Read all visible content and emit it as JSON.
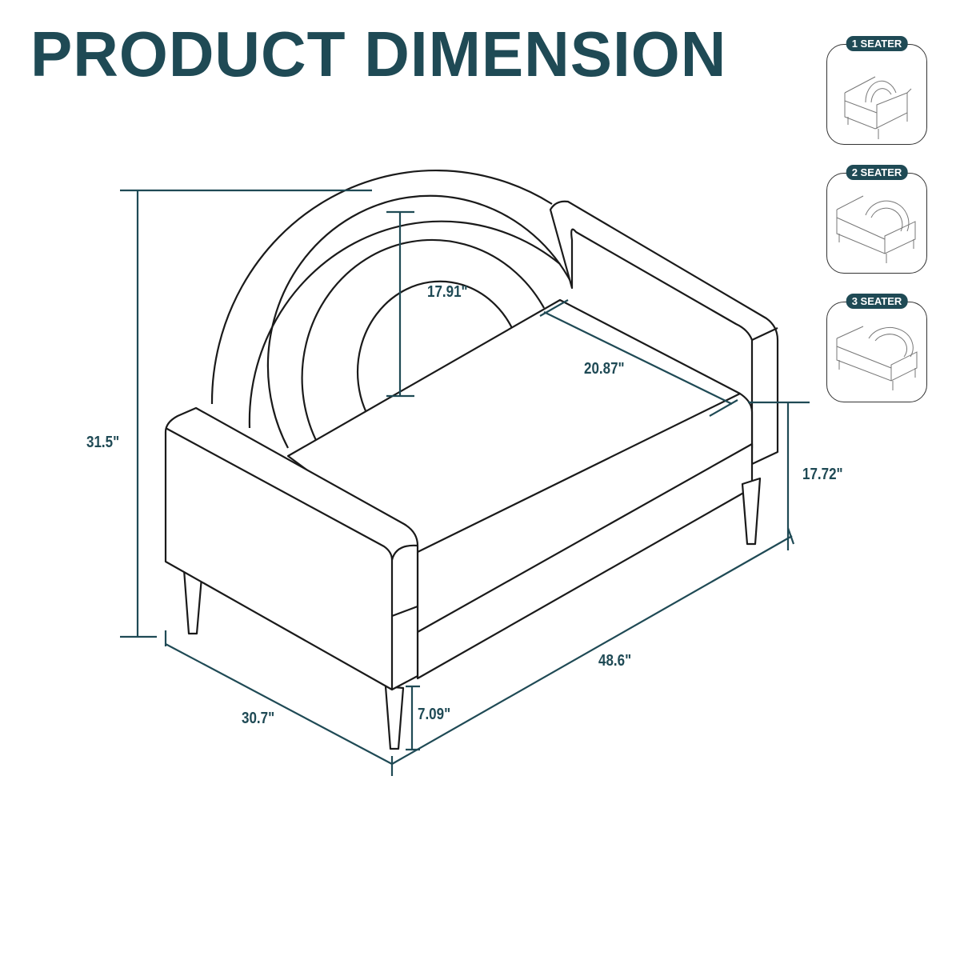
{
  "title": "PRODUCT DIMENSION",
  "colors": {
    "accent": "#1f4a55",
    "line": "#1a1a1a"
  },
  "dimensions": {
    "total_height": "31.5\"",
    "back_height": "17.91\"",
    "seat_depth": "20.87\"",
    "seat_height": "17.72\"",
    "width": "48.6\"",
    "depth": "30.7\"",
    "leg_height": "7.09\""
  },
  "variants": [
    {
      "label": "1 SEATER"
    },
    {
      "label": "2 SEATER"
    },
    {
      "label": "3 SEATER"
    }
  ]
}
